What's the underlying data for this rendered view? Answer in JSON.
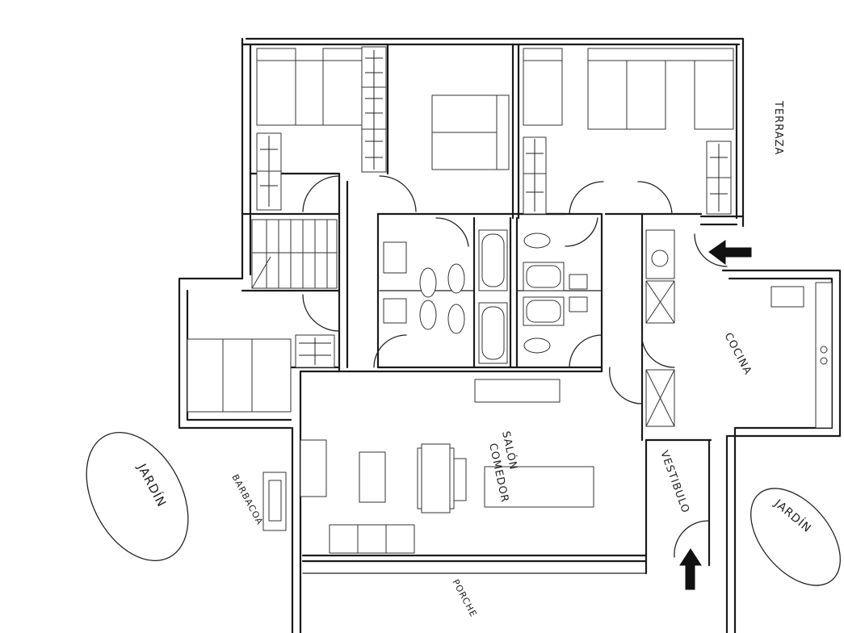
{
  "labels": {
    "terraza": "TERRAZA",
    "cocina": "COCINA",
    "salon": "SALÓN",
    "comedor": "COMEDOR",
    "vestibulo": "VESTIBULO",
    "jardin_left": "JARDÍN",
    "jardin_right": "JARDÍN",
    "barbacoa": "BARBACOA",
    "porche": "PORCHE"
  }
}
